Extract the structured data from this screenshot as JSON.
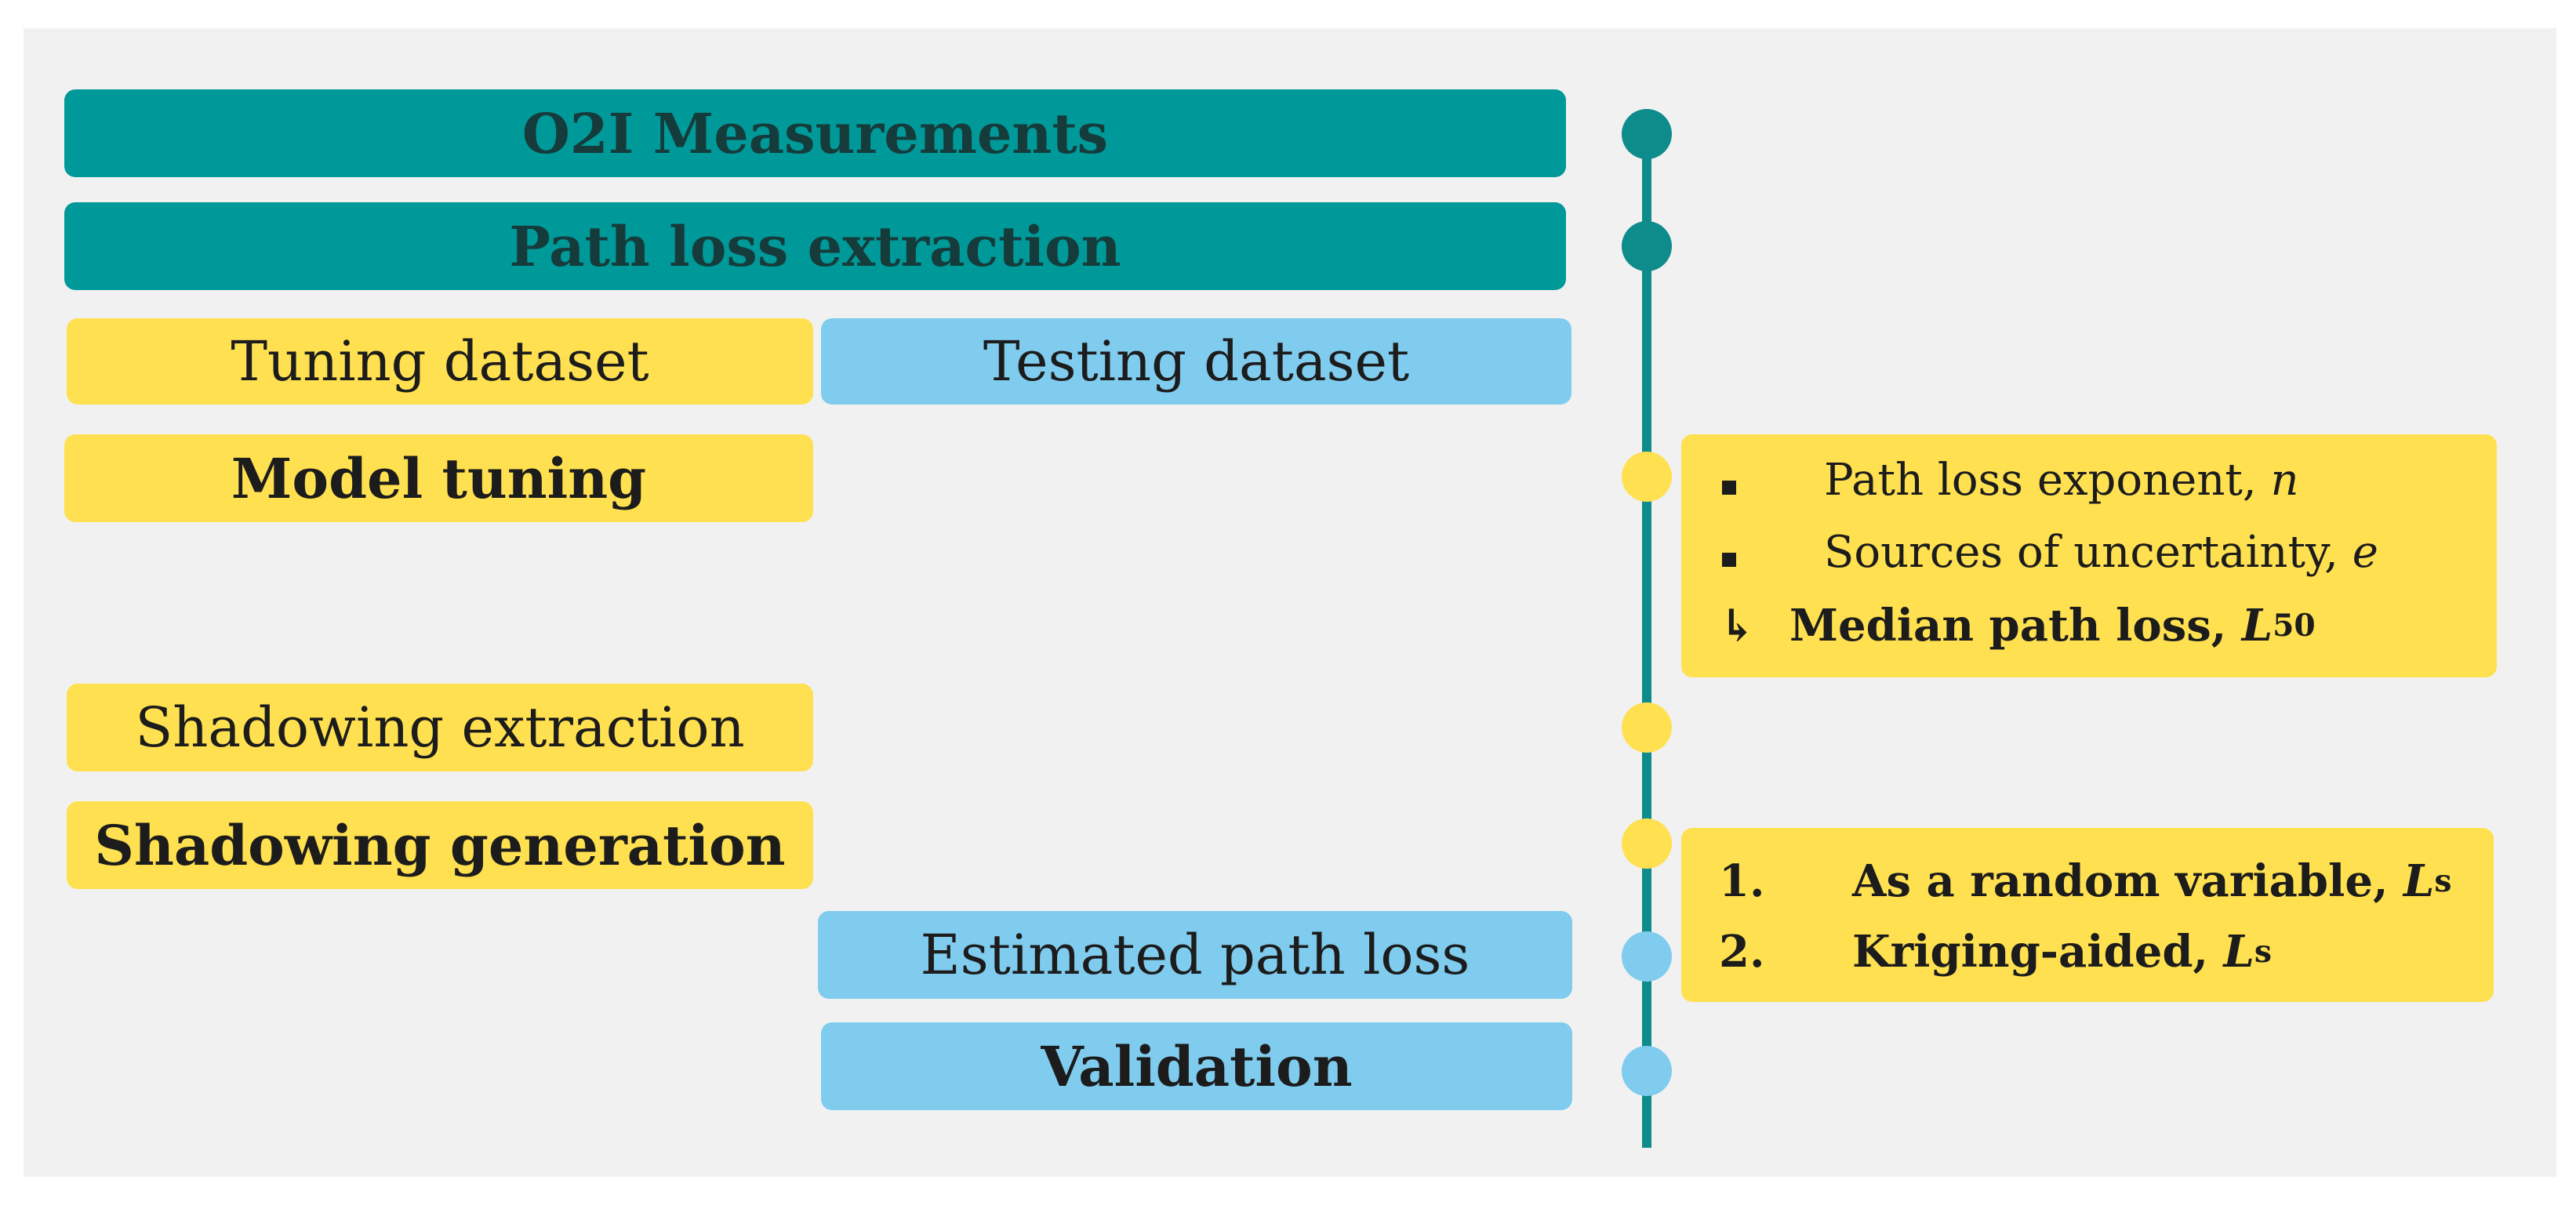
{
  "steps": {
    "o2i": "O2I Measurements",
    "pathloss": "Path loss extraction",
    "tuning_dataset": "Tuning dataset",
    "testing_dataset": "Testing dataset",
    "model_tuning": "Model tuning",
    "shadow_extract": "Shadowing extraction",
    "shadow_gen": "Shadowing generation",
    "estimated": "Estimated path loss",
    "validation": "Validation"
  },
  "tuning_notes": {
    "item1_text": "Path loss exponent, ",
    "item1_var": "n",
    "item2_text": "Sources of uncertainty, ",
    "item2_var": "e",
    "result_marker": "↳",
    "result_text": "Median path loss, ",
    "result_var": "L",
    "result_sub": "50"
  },
  "shadow_notes": {
    "item1_num": "1.",
    "item1_text": "As a random variable, ",
    "item1_var": "L",
    "item1_sub": "s",
    "item2_num": "2.",
    "item2_text": "Kriging-aided, ",
    "item2_var": "L",
    "item2_sub": "s"
  },
  "colors": {
    "teal": "#009999",
    "yellow": "#ffe050",
    "blue": "#80ccee",
    "timeline": "#0e8b8b",
    "panel": "#f1f1f1"
  }
}
